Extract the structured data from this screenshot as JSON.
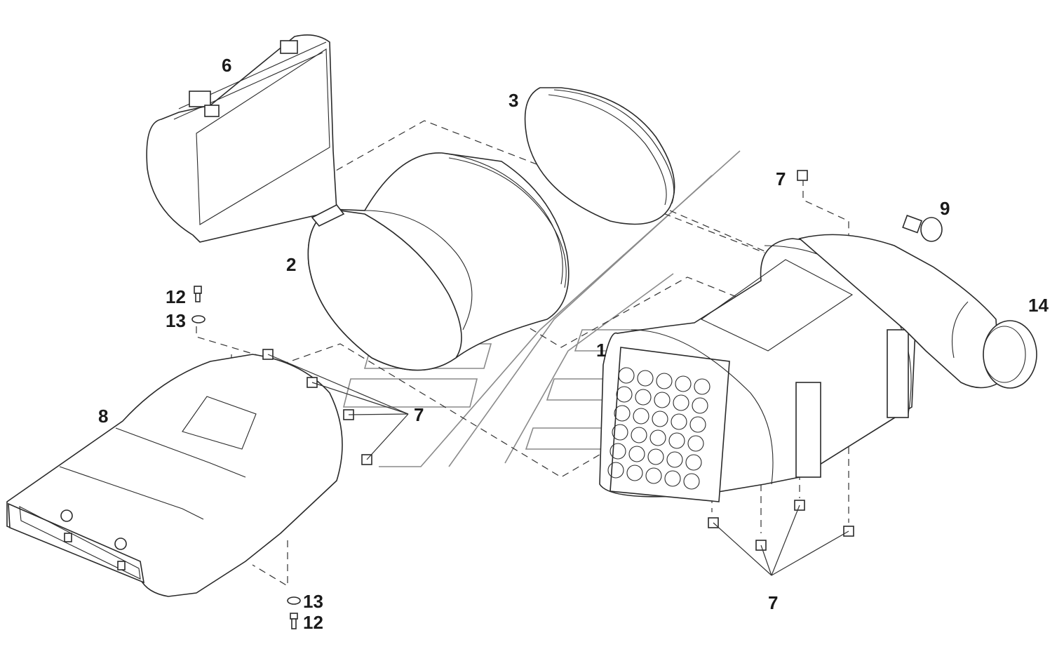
{
  "callouts": {
    "c1": "1",
    "c2": "2",
    "c3": "3",
    "c6": "6",
    "c7_top": "7",
    "c7_mid": "7",
    "c7_bottom": "7",
    "c8": "8",
    "c9": "9",
    "c12_top": "12",
    "c12_bottom": "12",
    "c13_top": "13",
    "c13_bottom": "13",
    "c14": "14"
  }
}
